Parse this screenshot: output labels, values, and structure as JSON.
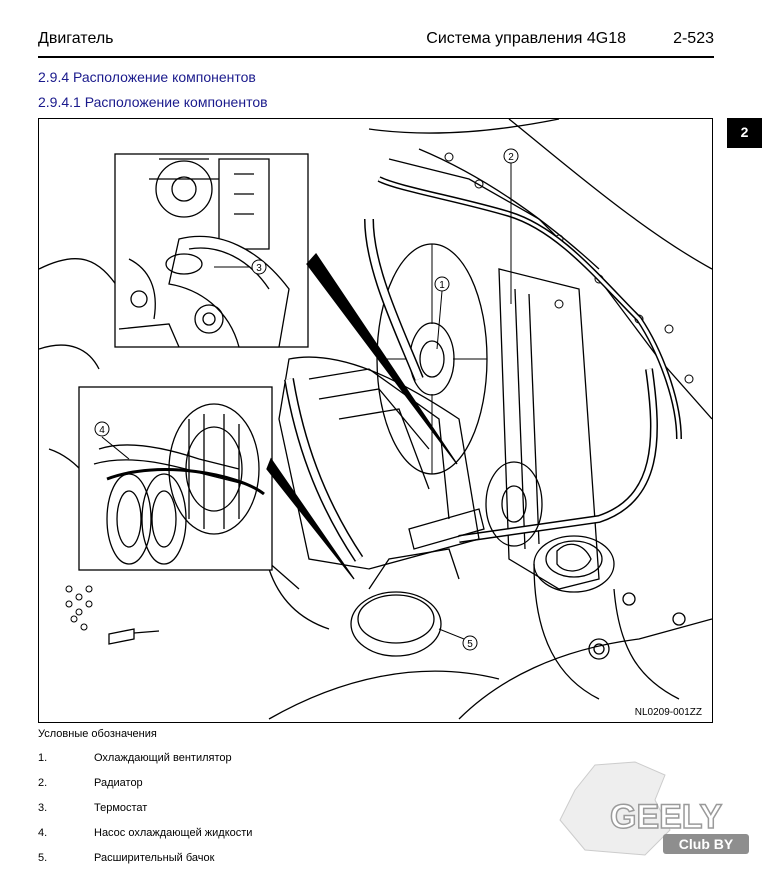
{
  "header": {
    "chapter": "Двигатель",
    "system": "Система управления 4G18",
    "page": "2-523"
  },
  "sections": [
    "2.9.4 Расположение компонентов",
    "2.9.4.1 Расположение компонентов"
  ],
  "tab_label": "2",
  "figure": {
    "code": "NL0209-001ZZ",
    "callouts": [
      "1",
      "2",
      "3",
      "4",
      "5"
    ]
  },
  "legend": {
    "title": "Условные обозначения",
    "items": [
      {
        "num": "1.",
        "text": "Охлаждающий вентилятор"
      },
      {
        "num": "2.",
        "text": "Радиатор"
      },
      {
        "num": "3.",
        "text": "Термостат"
      },
      {
        "num": "4.",
        "text": "Насос охлаждающей жидкости"
      },
      {
        "num": "5.",
        "text": "Расширительный бачок"
      }
    ]
  },
  "watermark": {
    "brand": "GEELY",
    "club": "Club BY"
  }
}
